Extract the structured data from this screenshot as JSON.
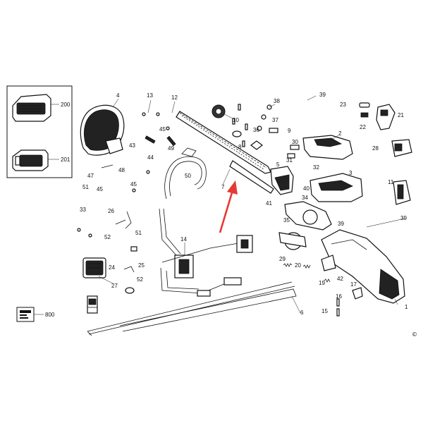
{
  "callouts": {
    "c200": "200",
    "c201": "201",
    "c800": "800",
    "c1": "1",
    "c2": "2",
    "c3": "3",
    "c4": "4",
    "c5": "5",
    "c6": "6",
    "c7": "7",
    "c8": "8",
    "c9": "9",
    "c10": "10",
    "c11": "11",
    "c12": "12",
    "c13": "13",
    "c14": "14",
    "c15": "15",
    "c16": "16",
    "c17": "17",
    "c19": "19",
    "c20": "20",
    "c21": "21",
    "c22": "22",
    "c23": "23",
    "c24": "24",
    "c25": "25",
    "c26": "26",
    "c27": "27",
    "c28": "28",
    "c29": "29",
    "c30": "30",
    "c31": "31",
    "c32": "32",
    "c33": "33",
    "c34": "34",
    "c35": "35",
    "c36": "36",
    "c37": "37",
    "c38": "38",
    "c39a": "39",
    "c39b": "39",
    "c39c": "39",
    "c40": "40",
    "c41": "41",
    "c42": "42",
    "c43": "43",
    "c44": "44",
    "c45a": "45",
    "c45b": "45",
    "c45c": "45",
    "c47": "47",
    "c48": "48",
    "c49": "49",
    "c50": "50",
    "c51a": "51",
    "c51b": "51",
    "c52a": "52",
    "c52b": "52"
  },
  "copyright_mark": "©",
  "colors": {
    "line": "#111111",
    "arrow": "#e53935",
    "background": "#ffffff"
  }
}
